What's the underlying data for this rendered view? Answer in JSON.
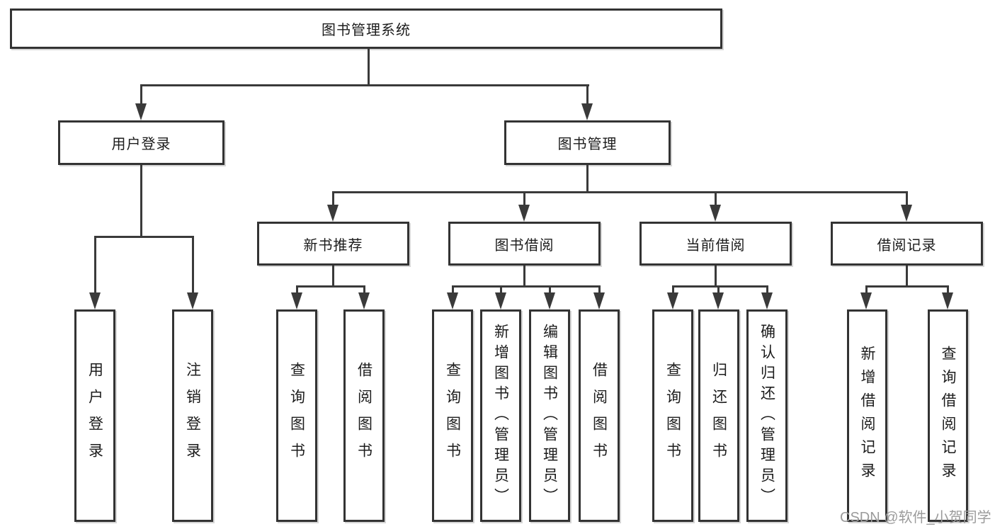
{
  "tree": {
    "label": "图书管理系统",
    "children": [
      {
        "label": "用户登录",
        "children": [
          {
            "label": "用户登录"
          },
          {
            "label": "注销登录"
          }
        ]
      },
      {
        "label": "图书管理",
        "children": [
          {
            "label": "新书推荐",
            "children": [
              {
                "label": "查询图书"
              },
              {
                "label": "借阅图书"
              }
            ]
          },
          {
            "label": "图书借阅",
            "children": [
              {
                "label": "查询图书"
              },
              {
                "label": "新增图书（管理员）"
              },
              {
                "label": "编辑图书（管理员）"
              },
              {
                "label": "借阅图书"
              }
            ]
          },
          {
            "label": "当前借阅",
            "children": [
              {
                "label": "查询图书"
              },
              {
                "label": "归还图书"
              },
              {
                "label": "确认归还（管理员）"
              }
            ]
          },
          {
            "label": "借阅记录",
            "children": [
              {
                "label": "新增借阅记录"
              },
              {
                "label": "查询借阅记录"
              }
            ]
          }
        ]
      }
    ]
  },
  "watermark": "CSDN @软件_小贺同学",
  "colors": {
    "line": "#3a3a3a",
    "box_border": "#333333",
    "text": "#1c1c1c",
    "watermark": "#9b9b9b",
    "background": "#ffffff"
  }
}
